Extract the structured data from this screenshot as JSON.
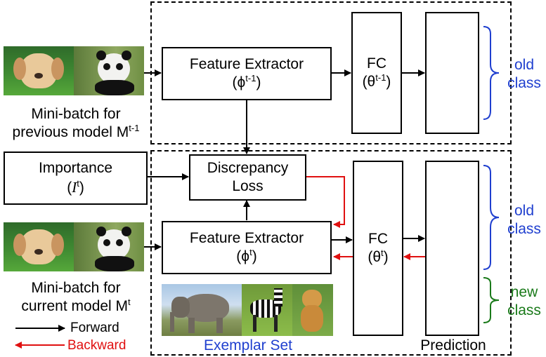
{
  "top_model": {
    "feature_extractor": {
      "title": "Feature Extractor",
      "param": "(ϕ",
      "sup": "t-1",
      "close": ")"
    },
    "fc": {
      "title": "FC",
      "param": "(θ",
      "sup": "t-1",
      "close": ")"
    },
    "output_label_1": "old",
    "output_label_2": "class",
    "input_caption_line1": "Mini-batch for",
    "input_caption_line2": "previous model M",
    "input_caption_sup": "t-1"
  },
  "bottom_model": {
    "feature_extractor": {
      "title": "Feature Extractor",
      "param": "(ϕ",
      "sup": "t",
      "close": ")"
    },
    "fc": {
      "title": "FC",
      "param": "(θ",
      "sup": "t",
      "close": ")"
    },
    "old_label_1": "old",
    "old_label_2": "class",
    "new_label_1": "new",
    "new_label_2": "class",
    "input_caption_line1": "Mini-batch for",
    "input_caption_line2": "current model M",
    "input_caption_sup": "t"
  },
  "importance": {
    "title": "Importance",
    "symbol": "I",
    "sup": "t"
  },
  "discrepancy": {
    "line1": "Discrepancy",
    "line2": "Loss"
  },
  "exemplar_label": "Exemplar Set",
  "prediction_label": "Prediction",
  "legend": {
    "forward": "Forward",
    "backward": "Backward"
  },
  "colors": {
    "old_class": "#1f3fcf",
    "new_class": "#1a7a1a",
    "backward_arrow": "#e01010",
    "forward_arrow": "#000000"
  },
  "icons": [
    "puppy-photo",
    "panda-photo",
    "elephant-photo",
    "zebra-photo",
    "dog-photo"
  ]
}
